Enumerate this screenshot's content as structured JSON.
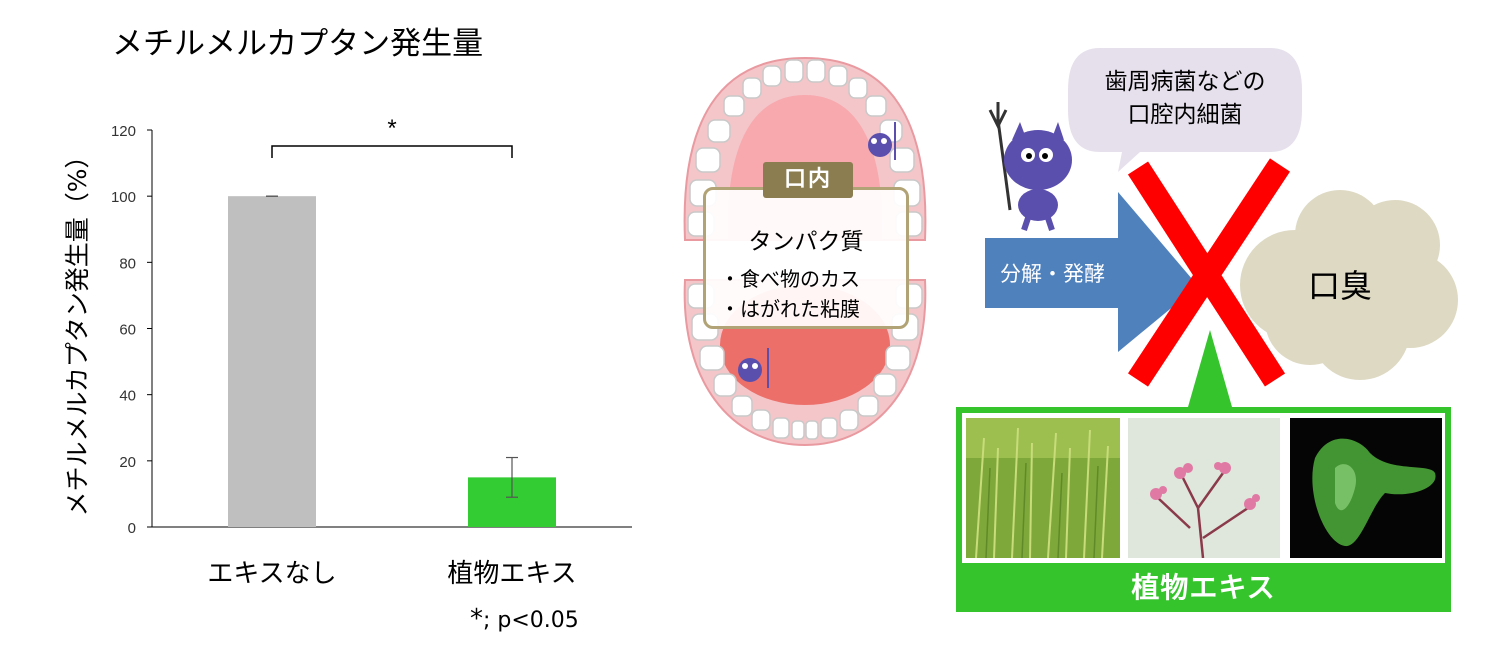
{
  "chart_data": {
    "type": "bar",
    "title": "メチルメルカプタン発生量",
    "ylabel": "メチルメルカプタン発生量（%）",
    "xlabel": "",
    "categories": [
      "エキスなし",
      "植物エキス"
    ],
    "values": [
      100,
      15
    ],
    "errors": [
      0,
      6
    ],
    "ylim": [
      0,
      120
    ],
    "yticks": [
      0,
      20,
      40,
      60,
      80,
      100,
      120
    ],
    "bar_colors": [
      "#bfbfbf",
      "#33cc33"
    ],
    "grid": false,
    "significance": {
      "marker": "*",
      "between": [
        0,
        1
      ]
    },
    "note_star": "*",
    "note_text": "; p<0.05"
  },
  "mouth": {
    "tag": "口内",
    "title": "タンパク質",
    "items": [
      "・食べ物のカス",
      "・はがれた粘膜"
    ]
  },
  "diagram": {
    "bubble_lines": [
      "歯周病菌などの",
      "口腔内細菌"
    ],
    "arrow_label": "分解・発酵",
    "odor_label": "口臭",
    "plant_label": "植物エキス",
    "colors": {
      "arrow": "#4f81bd",
      "cross": "#ff0000",
      "cloud": "#ddd9c3",
      "bubble": "#e6e0ec",
      "plant_panel": "#35c42c"
    },
    "photos": [
      "barley-field-photo",
      "pink-flower-photo",
      "green-seaweed-photo"
    ]
  }
}
